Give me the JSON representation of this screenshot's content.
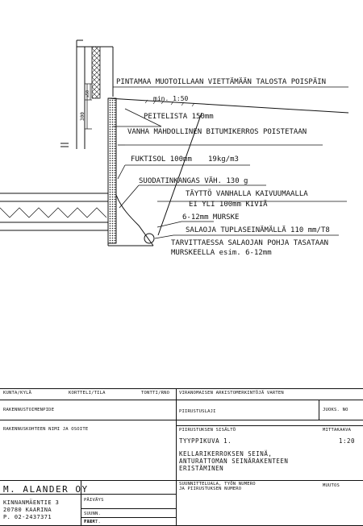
{
  "drawing": {
    "notes": {
      "grading": "PINTAMAA MUOTOILLAAN VIETTÄMÄÄN TALOSTA POISPÄIN",
      "slope": "min. 1:50",
      "flashing": "PEITELISTA 150mm",
      "bitumen": "VANHA MAHDOLLINEN BITUMIKERROS POISTETAAN",
      "insulation": "FUKTISOL 100mm",
      "insulation_density": "19kg/m3",
      "fabric": "SUODATINKANGAS VÄH. 130 g",
      "backfill_1": "TÄYTTÖ VANHALLA KAIVUUMAALLA",
      "backfill_2": "EI YLI 100mm KIVIÄ",
      "gravel": "6-12mm MURSKE",
      "drain": "SALAOJA TUPLASEINÄMÄLLÄ 110 mm/T8",
      "drain_base_1": "TARVITTAESSA SALAOJAN POHJA TASATAAN",
      "drain_base_2": "MURSKEELLA esim. 6-12mm"
    },
    "dims": {
      "d1": "300",
      "d2": "≥50"
    }
  },
  "titleblock": {
    "labels": {
      "kunta": "KUNTA/KYLÄ",
      "kortteli": "KORTTELI/TILA",
      "tontti": "TONTTI/RNO",
      "viranomainen": "VIRANOMAISEN ARKISTOMERKINTÖJÄ VARTEN",
      "rakennustoimenpide": "RAKENNUSTOIMENPIDE",
      "piirustuslaji": "PIIRUSTUSLAJI",
      "juoks_no": "JUOKS. NO",
      "kohde": "RAKENNUSKOHTEEN NIMI JA OSOITE",
      "sisalto": "PIIRUSTUKSEN SISÄLTÖ",
      "mittakaava": "MITTAKAAVA",
      "suunnitteluala_1": "SUUNNITTELUALA, TYÖN NUMERO",
      "suunnitteluala_2": "JA PIIRUSTUKSEN NUMERO",
      "muutos": "MUUTOS",
      "paivays": "PÄIVÄYS",
      "suunn": "SUUNN.",
      "piirt": "PIIRT.",
      "tark": "TARK."
    },
    "values": {
      "drawing_title": "TYYPPIKUVA 1.",
      "scale": "1:20",
      "content_1": "KELLARIKERROKSEN SEINÄ,",
      "content_2": "ANTURATTOMAN SEINÄRAKENTEEN",
      "content_3": "ERISTÄMINEN",
      "company": "M. ALANDER OY",
      "address_1": "KINNANMÄENTIE 3",
      "address_2": "20780 KAARINA",
      "phone": "P. 02-2437371"
    }
  }
}
